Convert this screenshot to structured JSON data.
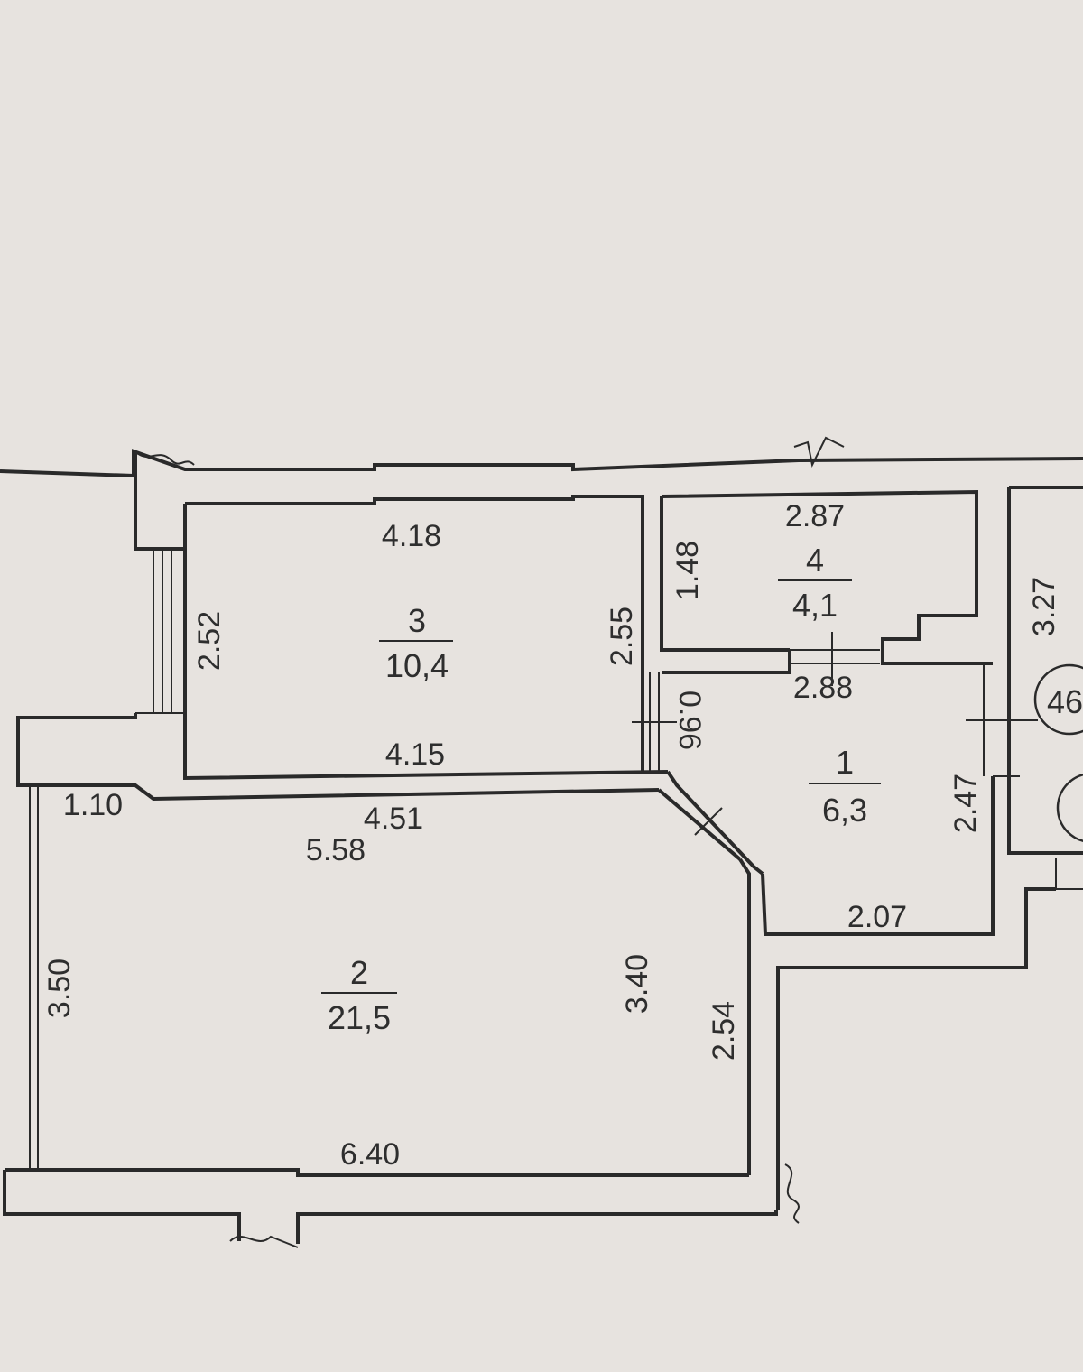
{
  "rooms": [
    {
      "number": "3",
      "area": "10,4"
    },
    {
      "number": "4",
      "area": "4,1"
    },
    {
      "number": "1",
      "area": "6,3"
    },
    {
      "number": "2",
      "area": "21,5"
    }
  ],
  "dimensions": {
    "d_418": "4.18",
    "d_252": "2.52",
    "d_255": "2.55",
    "d_415": "4.15",
    "d_148": "1.48",
    "d_287": "2.87",
    "d_288": "2.88",
    "d_096": "0.96",
    "d_327": "3.27",
    "d_247": "2.47",
    "d_207": "2.07",
    "d_110": "1.10",
    "d_451": "4.51",
    "d_558": "5.58",
    "d_350": "3.50",
    "d_340": "3.40",
    "d_254": "2.54",
    "d_640": "6.40"
  },
  "partial_labels": {
    "edge_marker": "46"
  }
}
